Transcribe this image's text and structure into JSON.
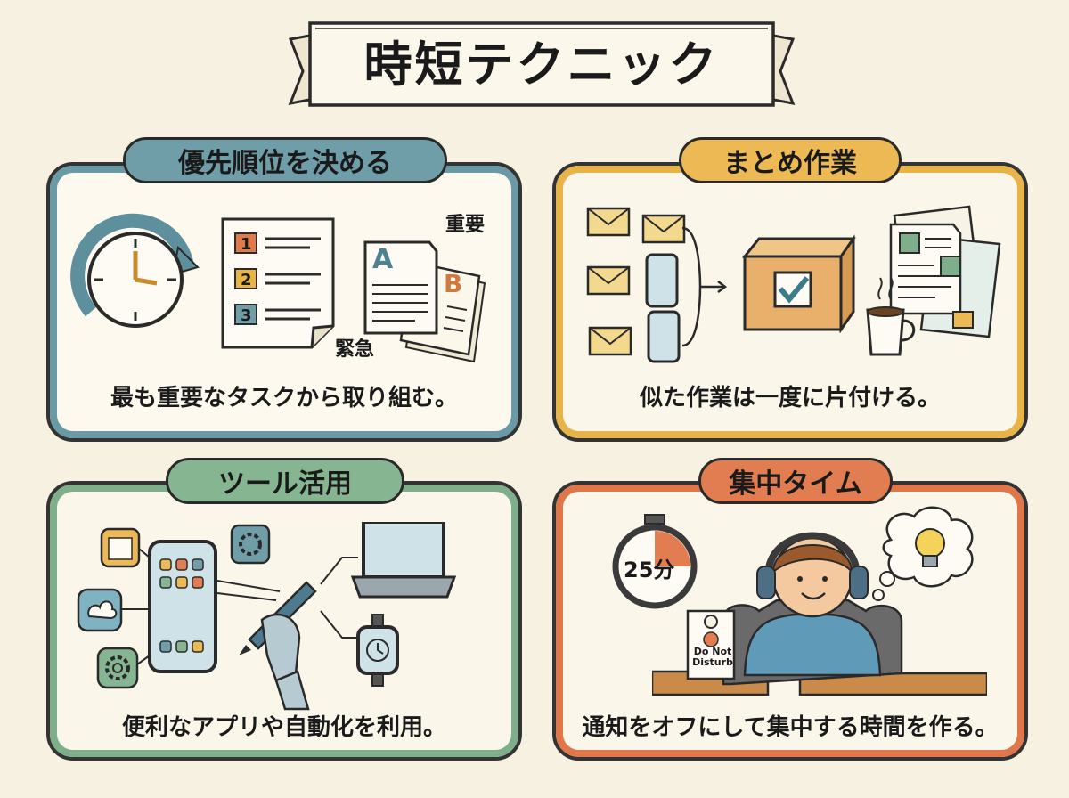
{
  "title": "時短テクニック",
  "sections": [
    {
      "heading": "優先順位を決める",
      "caption": "最も重要なタスクから取り組む。",
      "labels": {
        "important": "重要",
        "urgent": "緊急",
        "doc_a": "A",
        "doc_b": "B",
        "list": [
          "1",
          "2",
          "3"
        ]
      }
    },
    {
      "heading": "まとめ作業",
      "caption": "似た作業は一度に片付ける。"
    },
    {
      "heading": "ツール活用",
      "caption": "便利なアプリや自動化を利用。"
    },
    {
      "heading": "集中タイム",
      "caption": "通知をオフにして集中する時間を作る。",
      "labels": {
        "timer": "25分",
        "door_hanger": [
          "Do Not",
          "Disturb"
        ]
      }
    }
  ],
  "colors": {
    "background": "#f7f1e1",
    "teal": "#6f9ea9",
    "yellow": "#ecb954",
    "green": "#86b592",
    "orange": "#e27d52"
  },
  "icons": [
    "clock-icon",
    "checklist-icon",
    "documents-icon",
    "envelope-icon",
    "phone-icon",
    "box-icon",
    "coffee-icon",
    "calendar-icon",
    "gear-icon",
    "cloud-icon",
    "laptop-icon",
    "smartwatch-icon",
    "robot-hand-icon",
    "stopwatch-icon",
    "headphones-person-icon",
    "lightbulb-icon"
  ]
}
